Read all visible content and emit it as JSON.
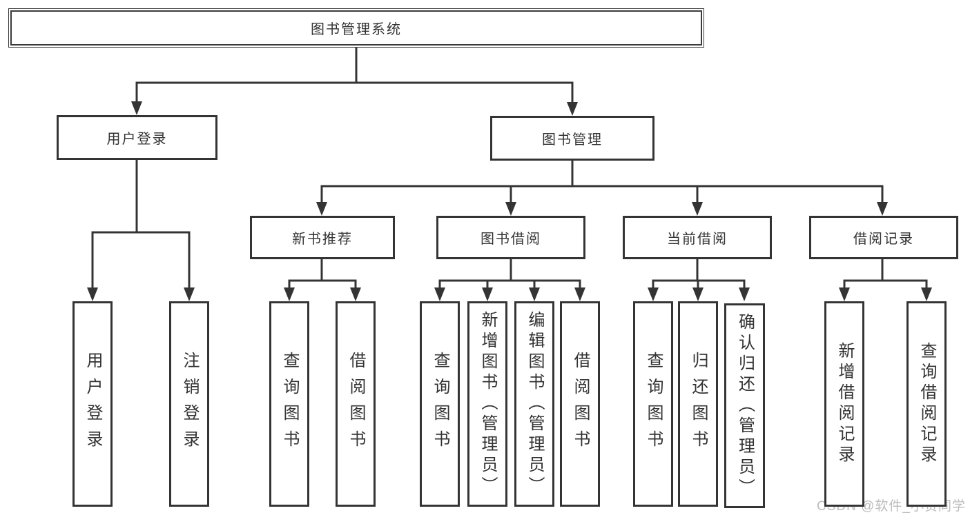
{
  "diagram": {
    "root": {
      "label": "图书管理系统"
    },
    "branches": [
      {
        "label": "用户登录",
        "children": [
          {
            "label": "用户登录"
          },
          {
            "label": "注销登录"
          }
        ]
      },
      {
        "label": "图书管理",
        "children": [
          {
            "label": "新书推荐",
            "children": [
              {
                "label": "查询图书"
              },
              {
                "label": "借阅图书"
              }
            ]
          },
          {
            "label": "图书借阅",
            "children": [
              {
                "label": "查询图书"
              },
              {
                "label": "新增图书（管理员）"
              },
              {
                "label": "编辑图书（管理员）"
              },
              {
                "label": "借阅图书"
              }
            ]
          },
          {
            "label": "当前借阅",
            "children": [
              {
                "label": "查询图书"
              },
              {
                "label": "归还图书"
              },
              {
                "label": "确认归还（管理员）"
              }
            ]
          },
          {
            "label": "借阅记录",
            "children": [
              {
                "label": "新增借阅记录"
              },
              {
                "label": "查询借阅记录"
              }
            ]
          }
        ]
      }
    ]
  },
  "watermark": {
    "text": "CSDN @软件_小贺同学"
  },
  "colors": {
    "line": "#343434",
    "border": "#343434",
    "text": "#333333",
    "background": "#ffffff",
    "watermark": "#bcbcbc"
  }
}
